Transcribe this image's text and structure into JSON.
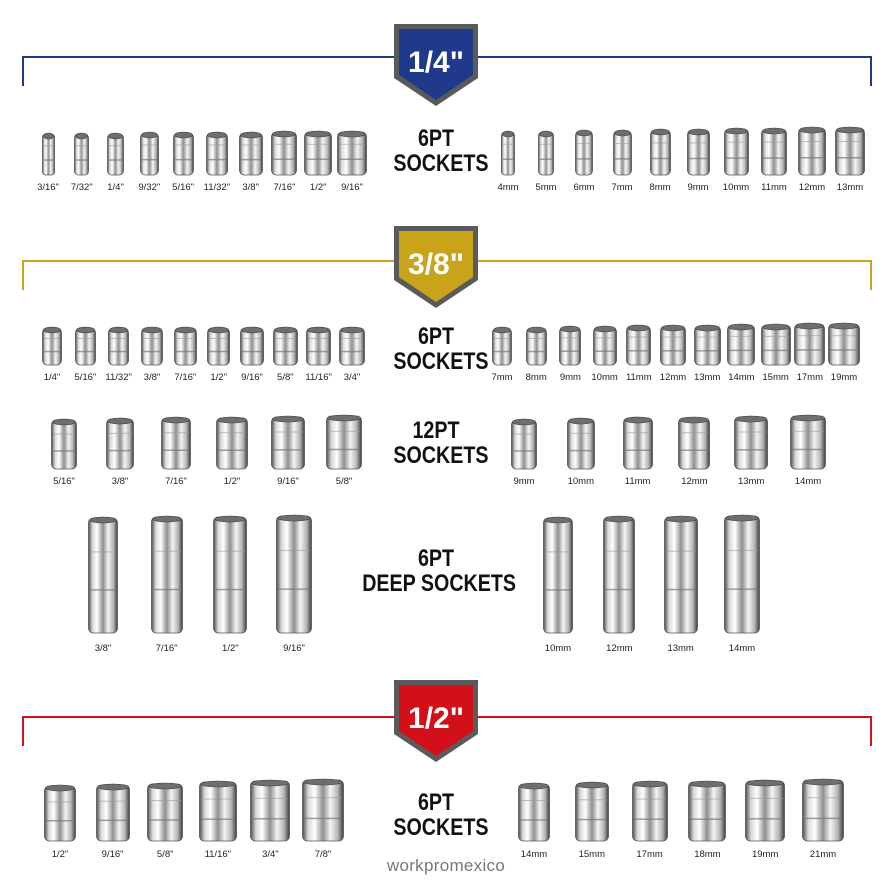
{
  "colors": {
    "quarter": "#1f3a8a",
    "threeeighths": "#c9a31a",
    "half": "#d3101a",
    "badge_border": "#5a5a5a"
  },
  "sections": {
    "quarter": {
      "badge": "1/4\"",
      "label_line1": "6PT",
      "label_line2": "SOCKETS",
      "left_sizes": [
        "3/16\"",
        "7/32\"",
        "1/4\"",
        "9/32\"",
        "5/16\"",
        "11/32\"",
        "3/8\"",
        "7/16\"",
        "1/2\"",
        "9/16\""
      ],
      "right_sizes": [
        "4mm",
        "5mm",
        "6mm",
        "7mm",
        "8mm",
        "9mm",
        "10mm",
        "11mm",
        "12mm",
        "13mm"
      ]
    },
    "threeeighths": {
      "badge": "3/8\"",
      "six": {
        "label_line1": "6PT",
        "label_line2": "SOCKETS",
        "left_sizes": [
          "1/4\"",
          "5/16\"",
          "11/32\"",
          "3/8\"",
          "7/16\"",
          "1/2\"",
          "9/16\"",
          "5/8\"",
          "11/16\"",
          "3/4\""
        ],
        "right_sizes": [
          "7mm",
          "8mm",
          "9mm",
          "10mm",
          "11mm",
          "12mm",
          "13mm",
          "14mm",
          "15mm",
          "17mm",
          "19mm"
        ]
      },
      "twelve": {
        "label_line1": "12PT",
        "label_line2": "SOCKETS",
        "left_sizes": [
          "5/16\"",
          "3/8\"",
          "7/16\"",
          "1/2\"",
          "9/16\"",
          "5/8\""
        ],
        "right_sizes": [
          "9mm",
          "10mm",
          "11mm",
          "12mm",
          "13mm",
          "14mm"
        ]
      },
      "deep": {
        "label_line1": "6PT",
        "label_line2": "DEEP SOCKETS",
        "left_sizes": [
          "3/8\"",
          "7/16\"",
          "1/2\"",
          "9/16\""
        ],
        "right_sizes": [
          "10mm",
          "12mm",
          "13mm",
          "14mm"
        ]
      }
    },
    "half": {
      "badge": "1/2\"",
      "label_line1": "6PT",
      "label_line2": "SOCKETS",
      "left_sizes": [
        "1/2\"",
        "9/16\"",
        "5/8\"",
        "11/16\"",
        "3/4\"",
        "7/8\""
      ],
      "right_sizes": [
        "14mm",
        "15mm",
        "17mm",
        "18mm",
        "19mm",
        "21mm"
      ]
    }
  },
  "watermark": "workpromexico"
}
